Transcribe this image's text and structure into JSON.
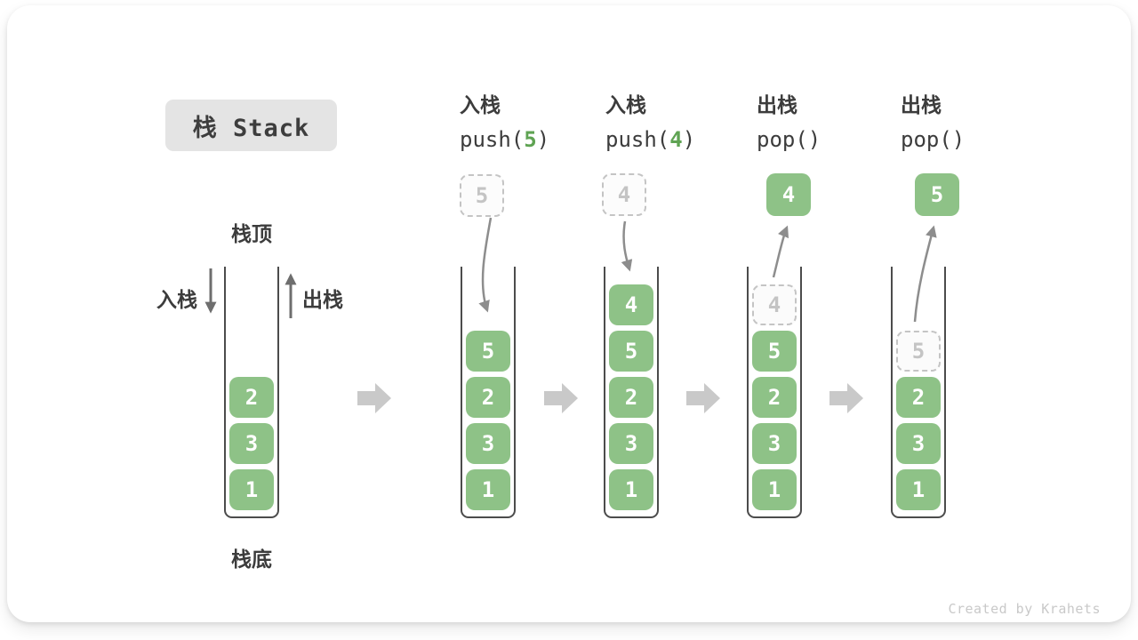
{
  "title": "栈 Stack",
  "legend": {
    "stack_top": "栈顶",
    "stack_bottom": "栈底",
    "push": "入栈",
    "pop": "出栈"
  },
  "operations": [
    {
      "name": "push-5",
      "label": "入栈",
      "code_fn": "push(",
      "code_arg": "5",
      "code_close": ")"
    },
    {
      "name": "push-4",
      "label": "入栈",
      "code_fn": "push(",
      "code_arg": "4",
      "code_close": ")"
    },
    {
      "name": "pop-first",
      "label": "出栈",
      "code_fn": "pop(",
      "code_arg": "",
      "code_close": ")"
    },
    {
      "name": "pop-second",
      "label": "出栈",
      "code_fn": "pop(",
      "code_arg": "",
      "code_close": ")"
    }
  ],
  "floating_values": {
    "push5_incoming": "5",
    "push4_incoming": "4",
    "pop_first_removed": "4",
    "pop_second_removed": "5"
  },
  "stacks": [
    {
      "name": "initial",
      "items": [
        "2",
        "3",
        "1"
      ]
    },
    {
      "name": "after-push-5",
      "items": [
        "5",
        "2",
        "3",
        "1"
      ]
    },
    {
      "name": "after-push-4",
      "items": [
        "4",
        "5",
        "2",
        "3",
        "1"
      ]
    },
    {
      "name": "after-pop-4",
      "ghost": "4",
      "items": [
        "5",
        "2",
        "3",
        "1"
      ]
    },
    {
      "name": "after-pop-5",
      "ghost": "5",
      "items": [
        "2",
        "3",
        "1"
      ]
    }
  ],
  "watermark": "Created by Krahets",
  "colors": {
    "block_green": "#8EC287",
    "code_arg_green": "#5FA353",
    "thin_arrow_gray": "#8D8D8D",
    "side_arrow_gray": "#6E6E6E",
    "big_arrow_gray": "#C9C9C9",
    "ghost_gray": "#C4C4C4",
    "text_dark": "#3C3C3C",
    "title_bg": "#E4E4E4"
  }
}
